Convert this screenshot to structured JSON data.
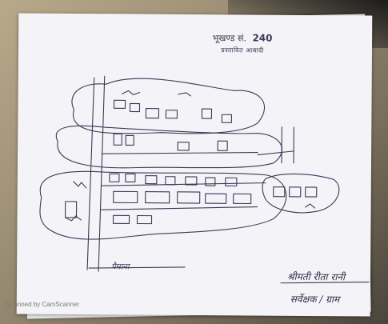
{
  "header": {
    "label": "भूखण्ड सं.",
    "number": "240",
    "subtitle": "प्रस्तावित आबादी"
  },
  "scale_note": "पैमाना",
  "signature": {
    "line1": "श्रीमती रीता रानी",
    "line2": "सर्वेक्षक / ग्राम"
  },
  "watermark": "Scanned by CamScanner",
  "colors": {
    "ink": "#3a3a58",
    "paper": "#f4f4f8"
  }
}
